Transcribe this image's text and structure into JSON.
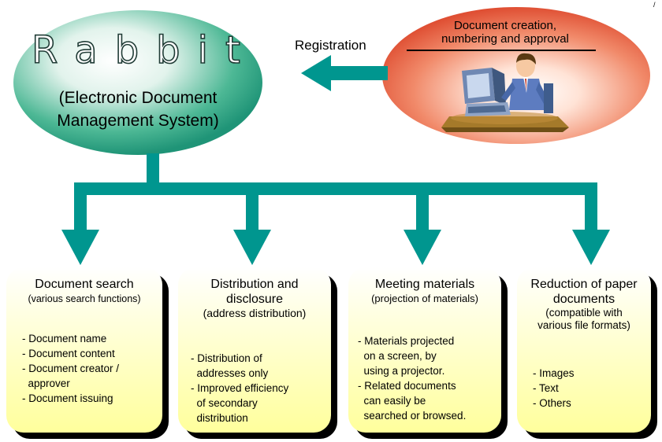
{
  "central": {
    "title": "Rabbit",
    "subtitle_line1": "(Electronic Document",
    "subtitle_line2": "Management System)"
  },
  "registration_label": "Registration",
  "creator": {
    "line1": "Document creation,",
    "line2": "numbering and approval"
  },
  "corner_mark": "/",
  "boxes": [
    {
      "title_lines": [
        "Document search",
        ""
      ],
      "subtitle_lines": [
        "(various search functions)"
      ],
      "items": [
        "- Document name",
        "- Document content",
        "- Document creator /",
        "  approver",
        "- Document issuing"
      ]
    },
    {
      "title_lines": [
        "Distribution and",
        "disclosure"
      ],
      "subtitle_lines": [
        "(address distribution)"
      ],
      "items": [
        "- Distribution of",
        "  addresses only",
        "- Improved efficiency",
        "  of secondary",
        "  distribution"
      ]
    },
    {
      "title_lines": [
        "Meeting materials",
        ""
      ],
      "subtitle_lines": [
        "(projection of materials)"
      ],
      "items": [
        "- Materials projected",
        "  on a screen, by",
        "  using a projector.",
        "- Related documents",
        "  can easily be",
        "  searched or browsed."
      ]
    },
    {
      "title_lines": [
        "Reduction of paper",
        "documents"
      ],
      "subtitle_lines": [
        "(compatible with",
        "various file formats)"
      ],
      "items": [
        "- Images",
        "- Text",
        "- Others"
      ]
    }
  ],
  "colors": {
    "arrow": "#00968f",
    "box_fill": "#ffffc0",
    "box_shadow": "#000000",
    "central_ellipse": "#2ea688",
    "creator_ellipse": "#e2553a"
  }
}
